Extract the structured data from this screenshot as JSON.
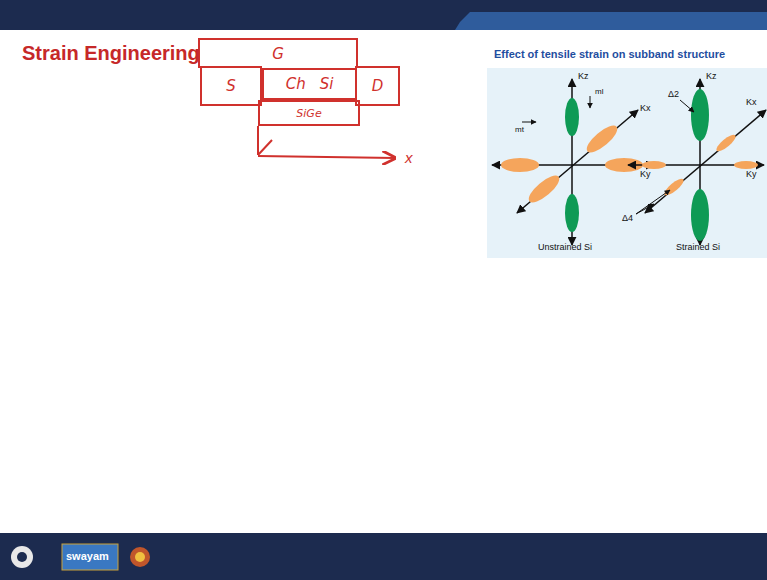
{
  "diagram": {
    "title": "Strain Engineering",
    "nodes": [
      {
        "text": [
          "G"
        ]
      },
      {
        "text": [
          "S"
        ]
      },
      {
        "text": [
          "Ch",
          "Si"
        ]
      },
      {
        "text": [
          "D"
        ]
      },
      {
        "text": [
          "SiGe"
        ]
      }
    ],
    "labels": [
      "x",
      "Effect of tensile strain on subband structure",
      "Kz",
      "Kx",
      "Ky",
      "ml",
      "mt",
      "Unstrained Si",
      "Kz",
      "Kx",
      "Ky",
      "Δ2",
      "Δ4",
      "Strained Si",
      "swayam"
    ]
  }
}
